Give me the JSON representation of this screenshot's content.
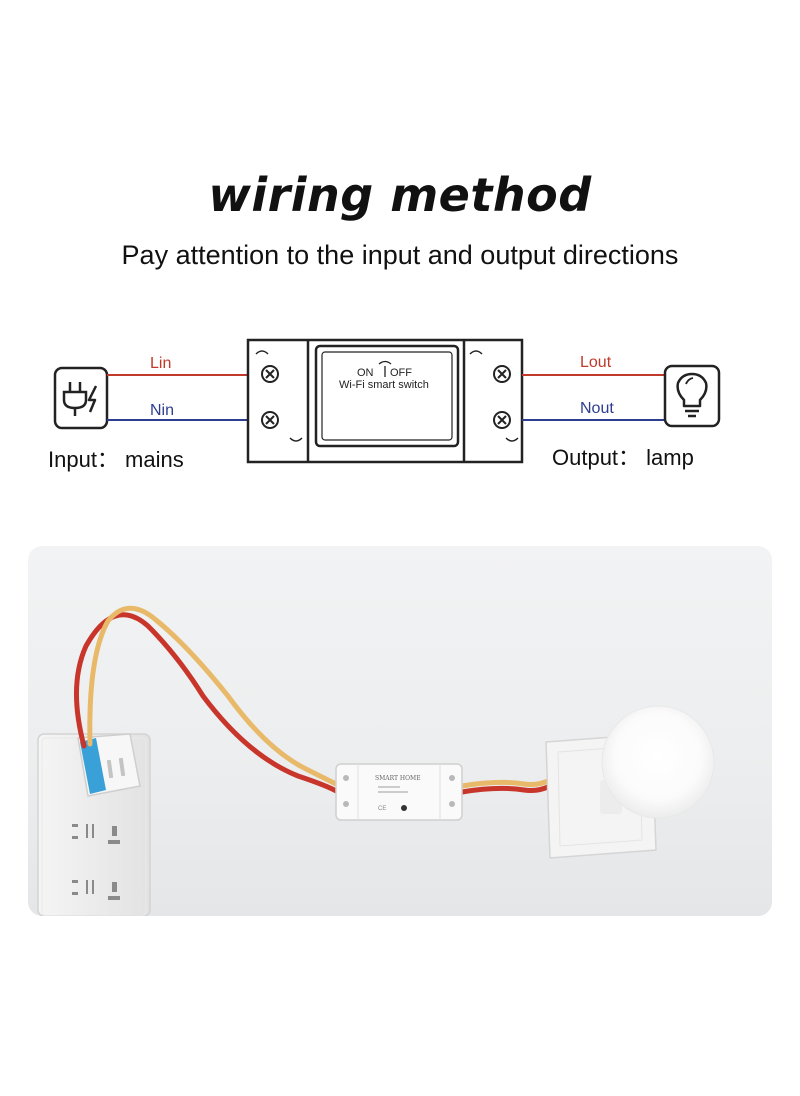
{
  "title": "wiring method",
  "subtitle": "Pay attention to the input and output directions",
  "diagram": {
    "lin": "Lin",
    "nin": "Nin",
    "lout": "Lout",
    "nout": "Nout",
    "switch_label_on": "ON",
    "switch_label_off": "OFF",
    "switch_name": "Wi-Fi smart switch",
    "input_label": "Input： mains",
    "output_label": "Output： lamp",
    "live_color": "#c0392b",
    "neutral_color": "#2c3e8f",
    "input_icon": "plug-power-icon",
    "output_icon": "light-bulb-icon"
  },
  "photo": {
    "switch_brand": "SMART HOME",
    "module_text": "CE"
  }
}
